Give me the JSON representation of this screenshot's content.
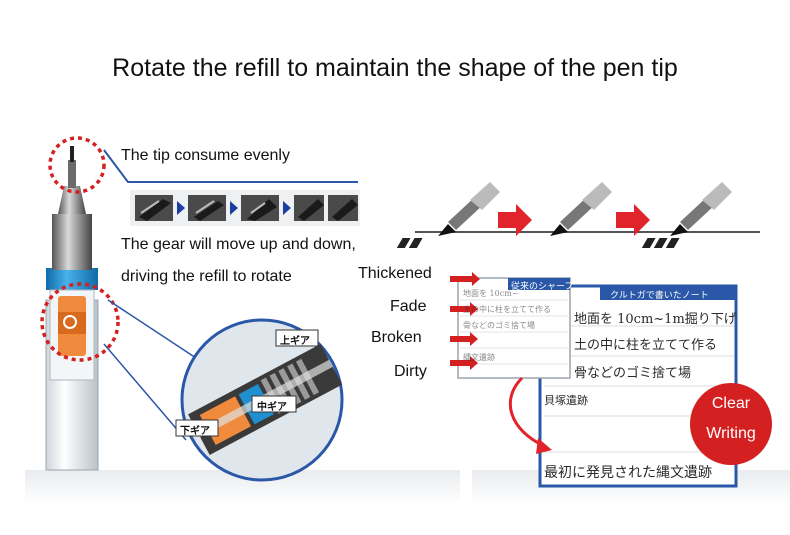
{
  "title": "Rotate the refill to maintain the shape of the pen tip",
  "labels": {
    "tip": "The tip consume evenly",
    "gear_line1": "The gear will move up and down,",
    "gear_line2": "driving the refill to rotate",
    "thickened": "Thickened",
    "fade": "Fade",
    "broken": "Broken",
    "dirty": "Dirty"
  },
  "gear_tags": {
    "upper": "上ギア",
    "middle": "中ギア",
    "lower": "下ギア"
  },
  "old_note": {
    "header": "従来のシャープ",
    "lines": [
      "地面を 10cm~",
      "土の中に柱を立てて作る",
      "骨などのゴミ捨て場",
      "縄文遺跡"
    ]
  },
  "new_note": {
    "header": "クルトガで書いたノート",
    "lines": [
      "地面を 10cm~1m掘り下げ",
      "土の中に柱を立てて作る",
      "骨などのゴミ捨て場",
      "貝塚遺跡",
      "最初に発見された縄文遺跡"
    ]
  },
  "badge": {
    "line1": "Clear",
    "line2": "Writing"
  },
  "colors": {
    "accent_red": "#d42020",
    "pen_blue": "#1f8fd0",
    "note_blue": "#2a57a8",
    "gear_orange": "#f08a3c"
  }
}
